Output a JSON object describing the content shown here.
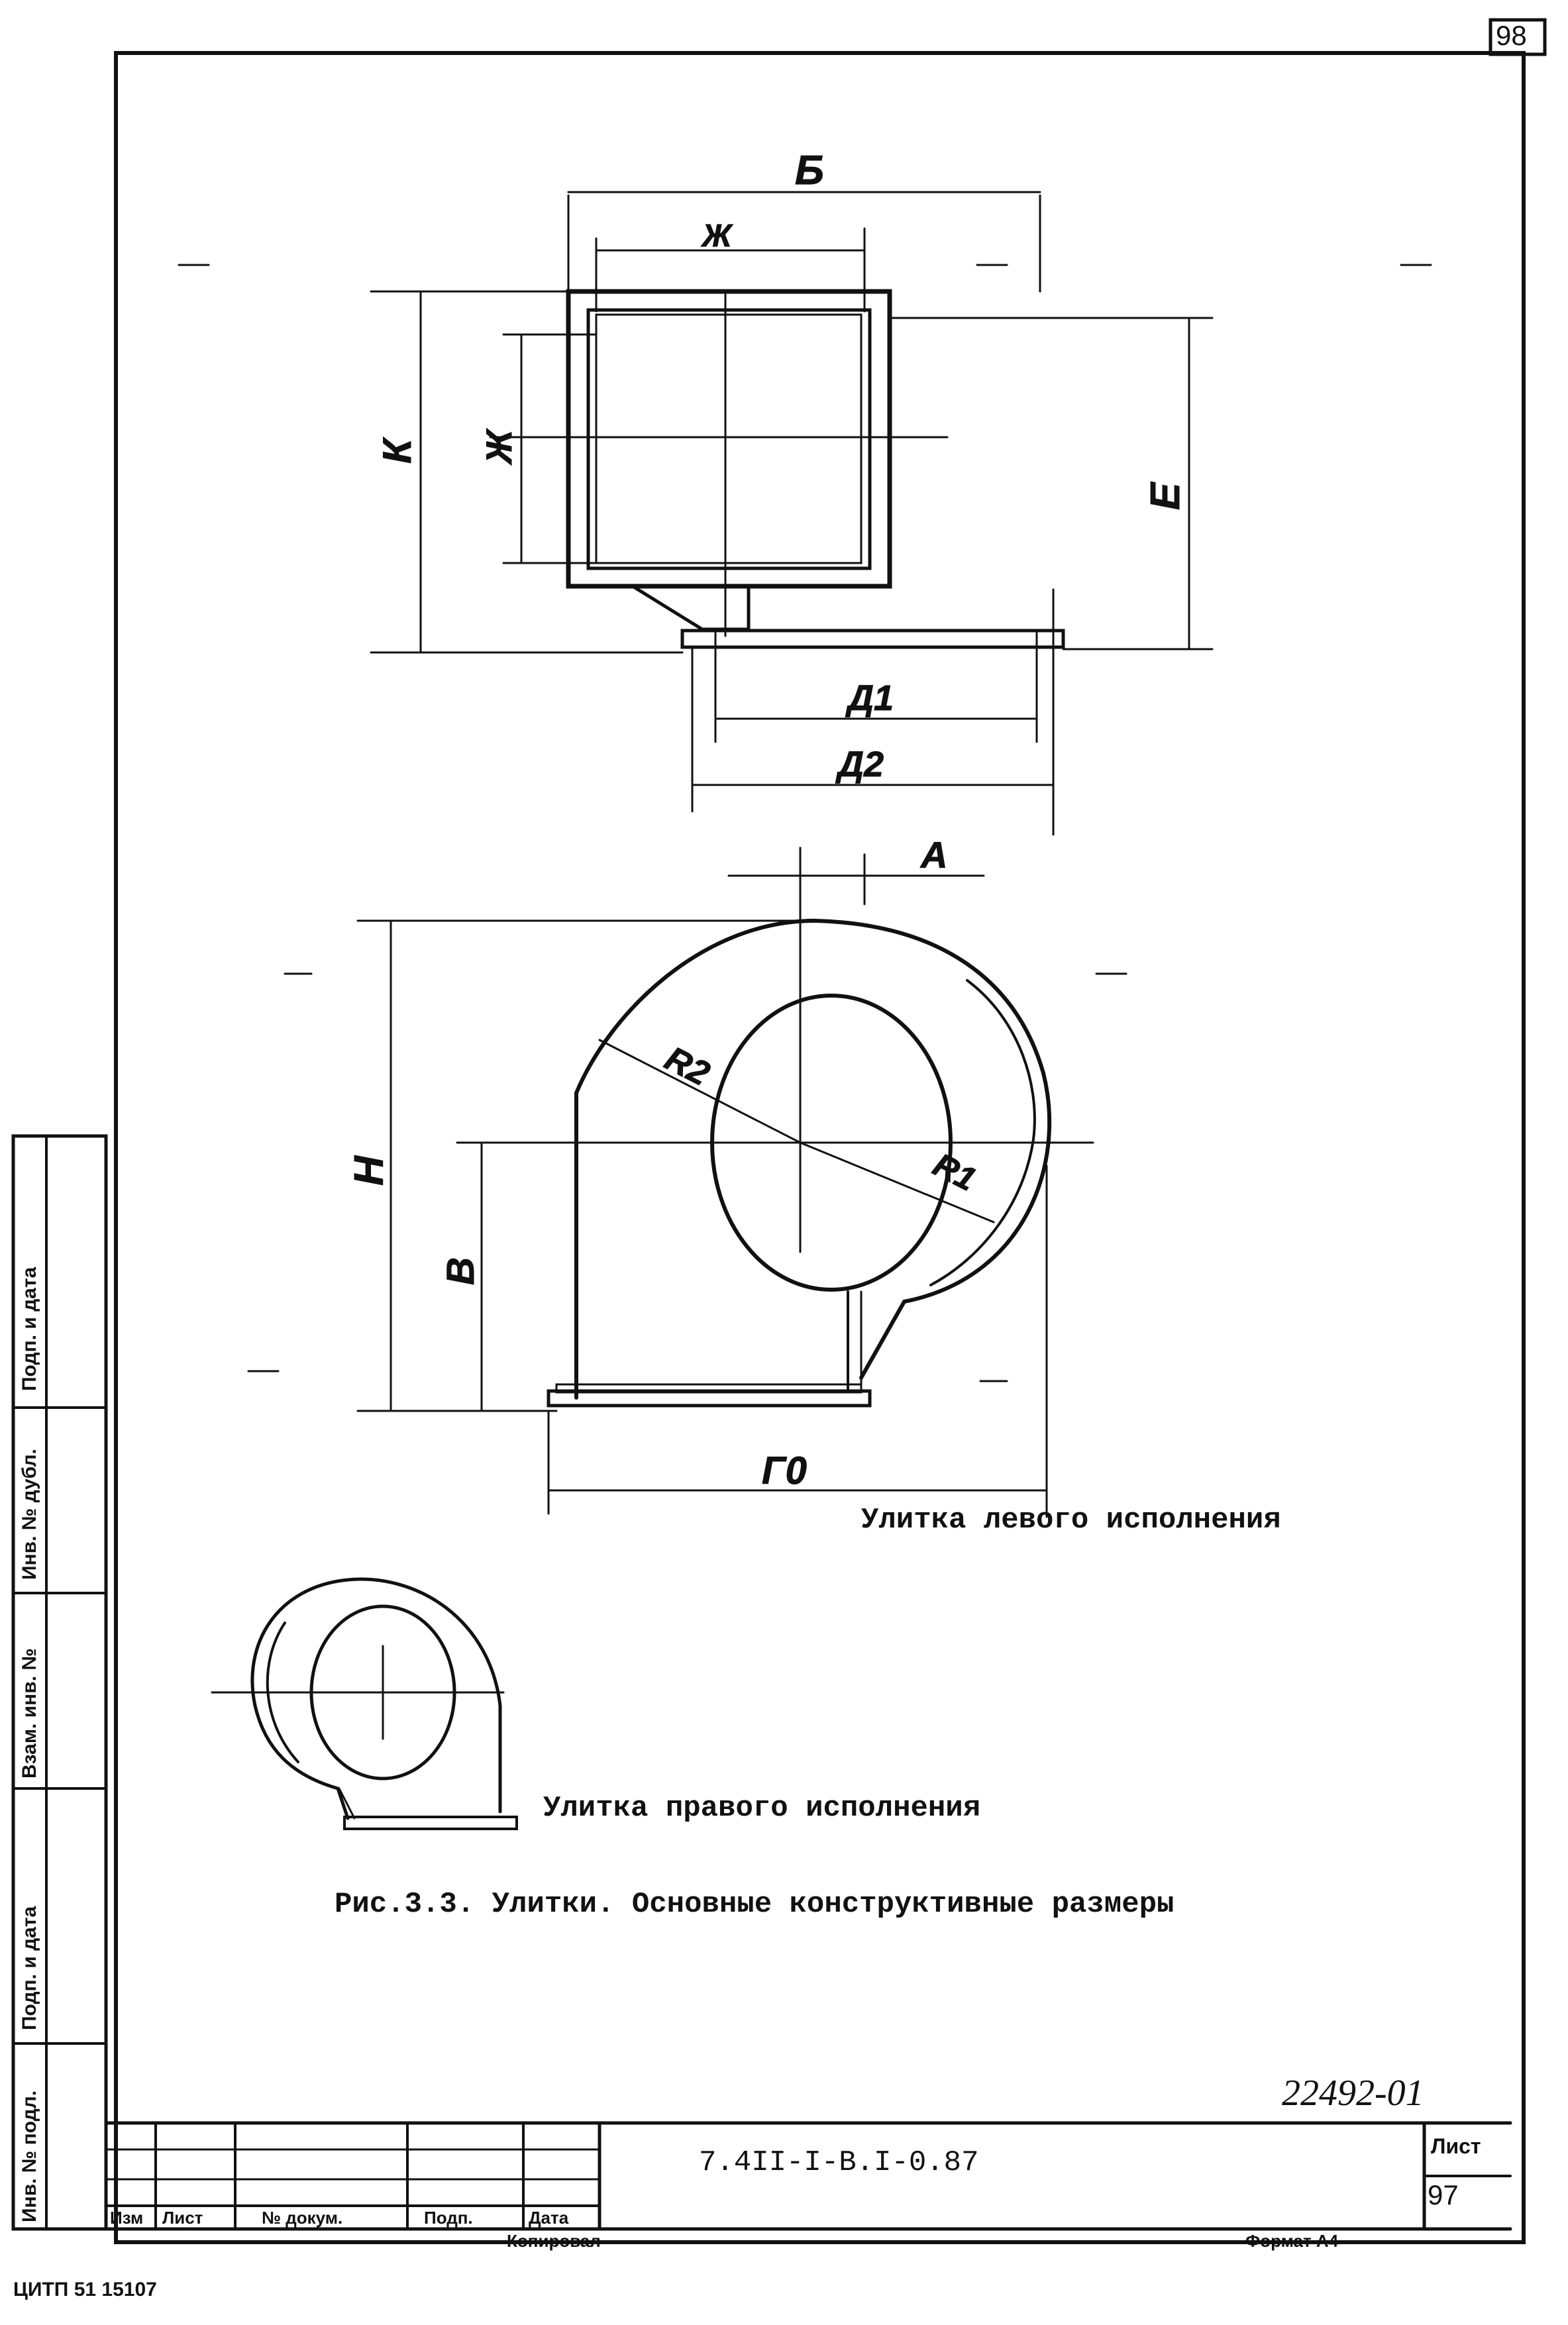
{
  "page_number": "98",
  "sheet_number": "97",
  "sheet_label": "Лист",
  "document_code": "7.4II-I-B.I-0.87",
  "inventory_number": "22492-01",
  "caption_left": "Улитка левого исполнения",
  "caption_right": "Улитка правого исполнения",
  "figure_caption": "Рис.3.3. Улитки. Основные конструктивные размеры",
  "dimension_labels": {
    "B_top": "Б",
    "Zh_width": "Ж",
    "K": "К",
    "Zh_height": "Ж",
    "E": "Е",
    "D1": "Д1",
    "D2": "Д2",
    "A": "А",
    "R2": "R2",
    "R1": "R1",
    "H": "Н",
    "V": "В",
    "G0": "Г0"
  },
  "stamp_columns": [
    "Изм",
    "Лист",
    "№ докум.",
    "Подп.",
    "Дата"
  ],
  "side_labels": [
    "Подп. и дата",
    "Инв. № дубл.",
    "Взам. инв. №",
    "Подп. и дата",
    "Инв. № подл."
  ],
  "footer_copied": "Копировал",
  "footer_format": "Формат А4",
  "printer_mark": "ЦИТП 51 15107"
}
